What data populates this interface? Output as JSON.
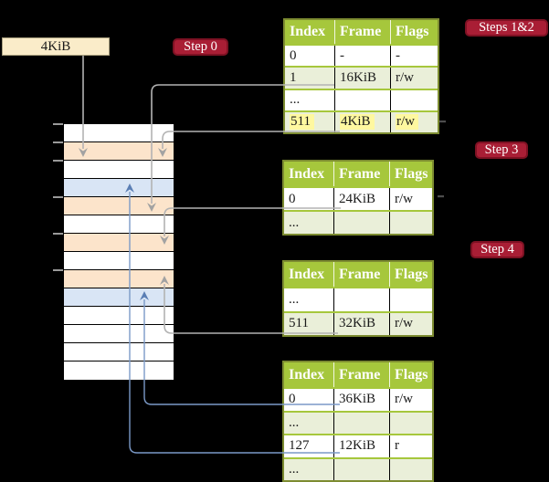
{
  "colors": {
    "background": "#000000",
    "box_cream": "#FAECC9",
    "box_cream_border": "#A89F7E",
    "badge_crimson": "#A91E35",
    "badge_border": "#7E1123",
    "table_header_green": "#A6C73C",
    "table_row_green": "#EAEFD9",
    "table_border_olive": "#7D8C31",
    "highlight_yellow": "#FFF8A0",
    "cell_orange": "#FCE4CB",
    "cell_blue": "#D9E5F5",
    "connector_gray": "#B3B3B3",
    "connector_blue": "#7B99C7",
    "arrowhead_gray": "#A2A2A2",
    "arrowhead_blue": "#5A7EB4"
  },
  "page_size_box": {
    "label": "4KiB"
  },
  "badges": {
    "step0": "Step 0",
    "steps12": "Steps 1&2",
    "step3": "Step 3",
    "step4": "Step 4"
  },
  "memory_column": {
    "cells": [
      "white",
      "orange",
      "white",
      "blue",
      "orange",
      "white",
      "orange",
      "white",
      "orange",
      "blue",
      "white",
      "white",
      "white",
      "white"
    ]
  },
  "tables": [
    {
      "id": "table-steps12",
      "headers": [
        "Index",
        "Frame",
        "Flags"
      ],
      "rows": [
        {
          "cells": [
            "0",
            "-",
            "-"
          ],
          "shaded": false,
          "highlight": false
        },
        {
          "cells": [
            "1",
            "16KiB",
            "r/w"
          ],
          "shaded": true,
          "highlight": false
        },
        {
          "cells": [
            "...",
            "",
            ""
          ],
          "shaded": false,
          "highlight": false
        },
        {
          "cells": [
            "511",
            "4KiB",
            "r/w"
          ],
          "shaded": true,
          "highlight": true
        }
      ]
    },
    {
      "id": "table-step3",
      "headers": [
        "Index",
        "Frame",
        "Flags"
      ],
      "rows": [
        {
          "cells": [
            "0",
            "24KiB",
            "r/w"
          ],
          "shaded": false,
          "highlight": false
        },
        {
          "cells": [
            "...",
            "",
            ""
          ],
          "shaded": true,
          "highlight": false
        }
      ]
    },
    {
      "id": "table-step4",
      "headers": [
        "Index",
        "Frame",
        "Flags"
      ],
      "rows": [
        {
          "cells": [
            "...",
            "",
            ""
          ],
          "shaded": false,
          "highlight": false
        },
        {
          "cells": [
            "511",
            "32KiB",
            "r/w"
          ],
          "shaded": true,
          "highlight": false
        }
      ]
    },
    {
      "id": "table-final",
      "headers": [
        "Index",
        "Frame",
        "Flags"
      ],
      "rows": [
        {
          "cells": [
            "0",
            "36KiB",
            "r/w"
          ],
          "shaded": false,
          "highlight": false
        },
        {
          "cells": [
            "...",
            "",
            ""
          ],
          "shaded": true,
          "highlight": false
        },
        {
          "cells": [
            "127",
            "12KiB",
            "r"
          ],
          "shaded": false,
          "highlight": false
        },
        {
          "cells": [
            "...",
            "",
            ""
          ],
          "shaded": true,
          "highlight": false
        }
      ]
    }
  ]
}
